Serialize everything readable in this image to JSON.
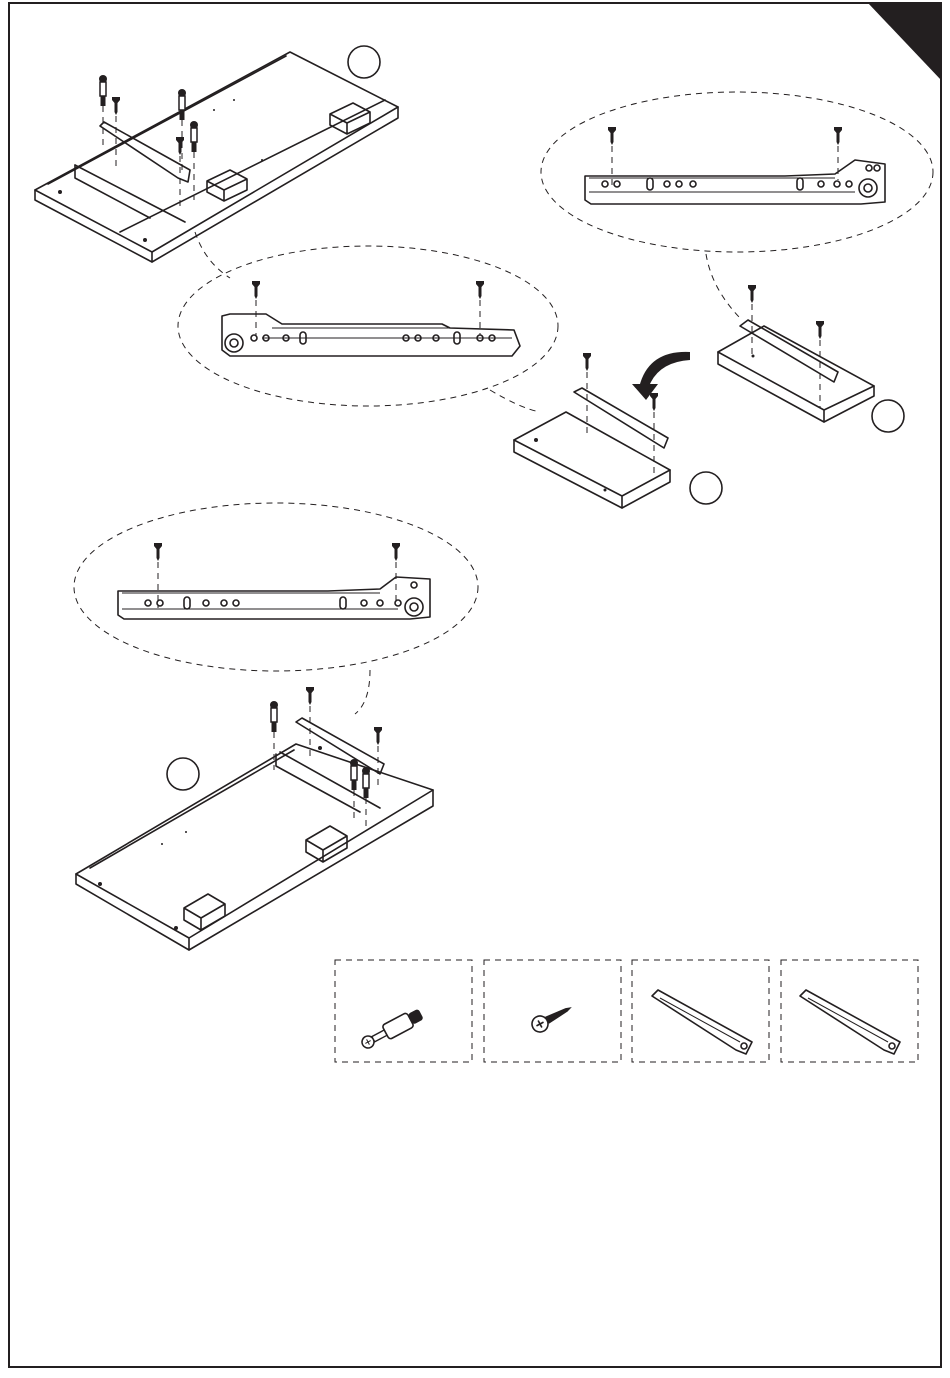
{
  "page": {
    "border_color": "#231f20",
    "corner_tab_color": "#231f20"
  },
  "steps": [
    {
      "label": "",
      "icon": "step-circle-1"
    },
    {
      "label": "",
      "icon": "step-circle-2"
    },
    {
      "label": "",
      "icon": "step-circle-3"
    },
    {
      "label": "",
      "icon": "step-circle-4"
    }
  ],
  "parts": [
    {
      "name": "",
      "icon": "cam-dowel-icon"
    },
    {
      "name": "",
      "icon": "screw-icon"
    },
    {
      "name": "",
      "icon": "left-drawer-slide-icon"
    },
    {
      "name": "",
      "icon": "right-drawer-slide-icon"
    }
  ]
}
